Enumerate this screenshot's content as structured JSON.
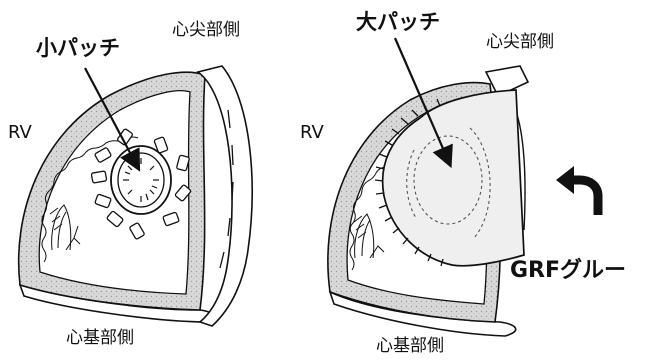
{
  "left_panel": {
    "patch_label": "小パッチ",
    "apex_label": "心尖部側",
    "rv_label": "RV",
    "base_label": "心基部側"
  },
  "right_panel": {
    "patch_label": "大パッチ",
    "apex_label": "心尖部側",
    "rv_label": "RV",
    "base_label": "心基部側",
    "glue_label": "GRFグルー"
  },
  "colors": {
    "ink": "#111111",
    "tissue": "#d9d9d9",
    "patch": "#efefef",
    "background": "#ffffff"
  }
}
